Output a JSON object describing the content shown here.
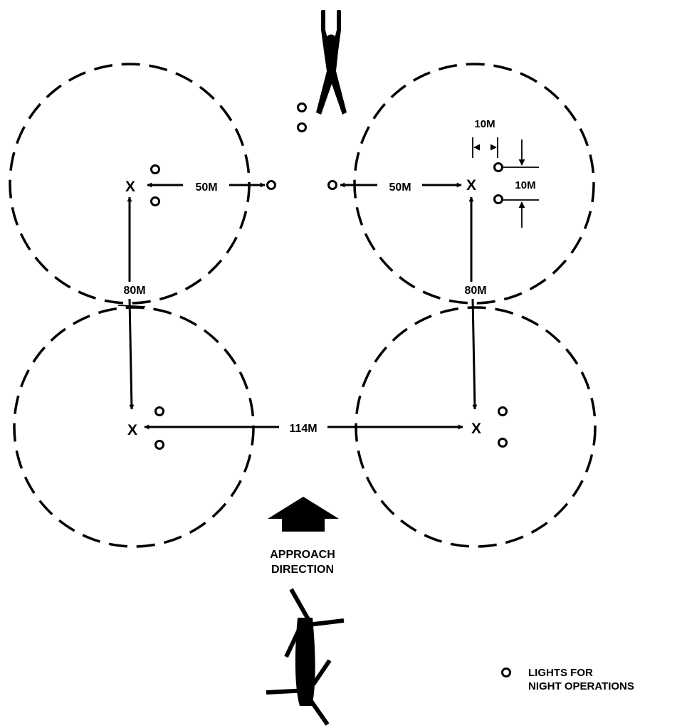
{
  "distances": {
    "pad_to_marker_left": "50M",
    "pad_to_marker_right": "50M",
    "left_vertical": "80M",
    "right_vertical": "80M",
    "bottom_horizontal": "114M",
    "light_spacing_horizontal": "10M",
    "light_spacing_vertical": "10M"
  },
  "pad_marker": "X",
  "approach": {
    "line1": "APPROACH",
    "line2": "DIRECTION"
  },
  "legend": {
    "line1": "LIGHTS FOR",
    "line2": "NIGHT OPERATIONS"
  },
  "icons": {
    "signalman": "signalman-icon",
    "helicopter": "helicopter-icon",
    "approach_arrow": "approach-arrow-icon",
    "light": "light-icon"
  },
  "colors": {
    "ink": "#000000",
    "background": "#ffffff"
  }
}
